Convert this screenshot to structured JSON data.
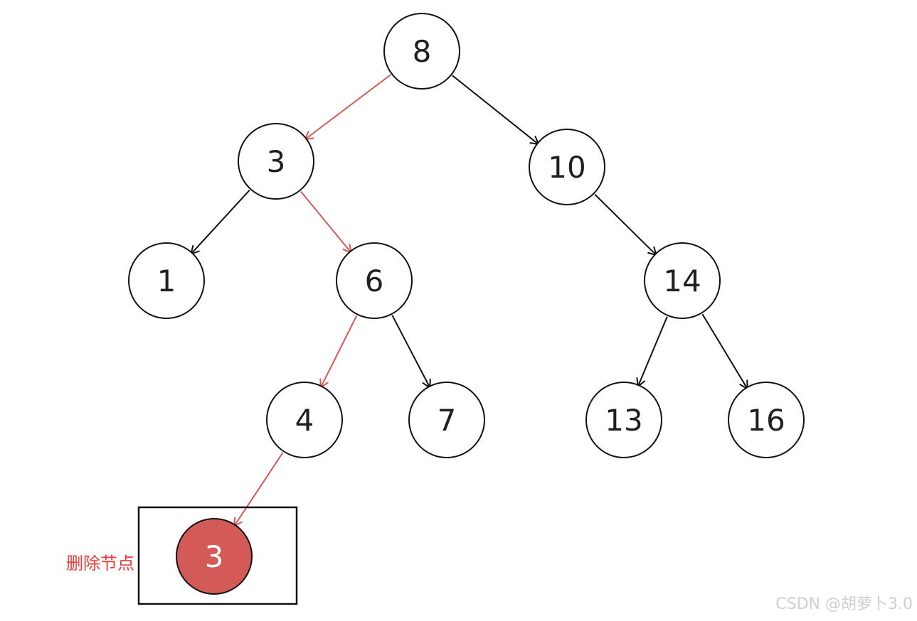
{
  "colors": {
    "edge_default": "#111111",
    "edge_highlight": "#d45a57",
    "node_highlight_fill": "#d45a57",
    "annotation_text": "#ef3a37",
    "watermark_text": "#cfcfcf"
  },
  "tree": {
    "nodes": [
      {
        "id": "n8",
        "label": "8",
        "highlight": false
      },
      {
        "id": "n3",
        "label": "3",
        "highlight": false
      },
      {
        "id": "n10",
        "label": "10",
        "highlight": false
      },
      {
        "id": "n1",
        "label": "1",
        "highlight": false
      },
      {
        "id": "n6",
        "label": "6",
        "highlight": false
      },
      {
        "id": "n14",
        "label": "14",
        "highlight": false
      },
      {
        "id": "n4",
        "label": "4",
        "highlight": false
      },
      {
        "id": "n7",
        "label": "7",
        "highlight": false
      },
      {
        "id": "n13",
        "label": "13",
        "highlight": false
      },
      {
        "id": "n16",
        "label": "16",
        "highlight": false
      },
      {
        "id": "n3b",
        "label": "3",
        "highlight": true
      }
    ],
    "edges": [
      {
        "from": "n8",
        "to": "n3",
        "highlight": true
      },
      {
        "from": "n8",
        "to": "n10",
        "highlight": false
      },
      {
        "from": "n3",
        "to": "n1",
        "highlight": false
      },
      {
        "from": "n3",
        "to": "n6",
        "highlight": true
      },
      {
        "from": "n10",
        "to": "n14",
        "highlight": false
      },
      {
        "from": "n6",
        "to": "n4",
        "highlight": true
      },
      {
        "from": "n6",
        "to": "n7",
        "highlight": false
      },
      {
        "from": "n14",
        "to": "n13",
        "highlight": false
      },
      {
        "from": "n14",
        "to": "n16",
        "highlight": false
      },
      {
        "from": "n4",
        "to": "n3b",
        "highlight": true
      }
    ]
  },
  "annotation": {
    "label": "删除节点"
  },
  "watermark": {
    "text": "CSDN @胡萝卜3.0"
  }
}
